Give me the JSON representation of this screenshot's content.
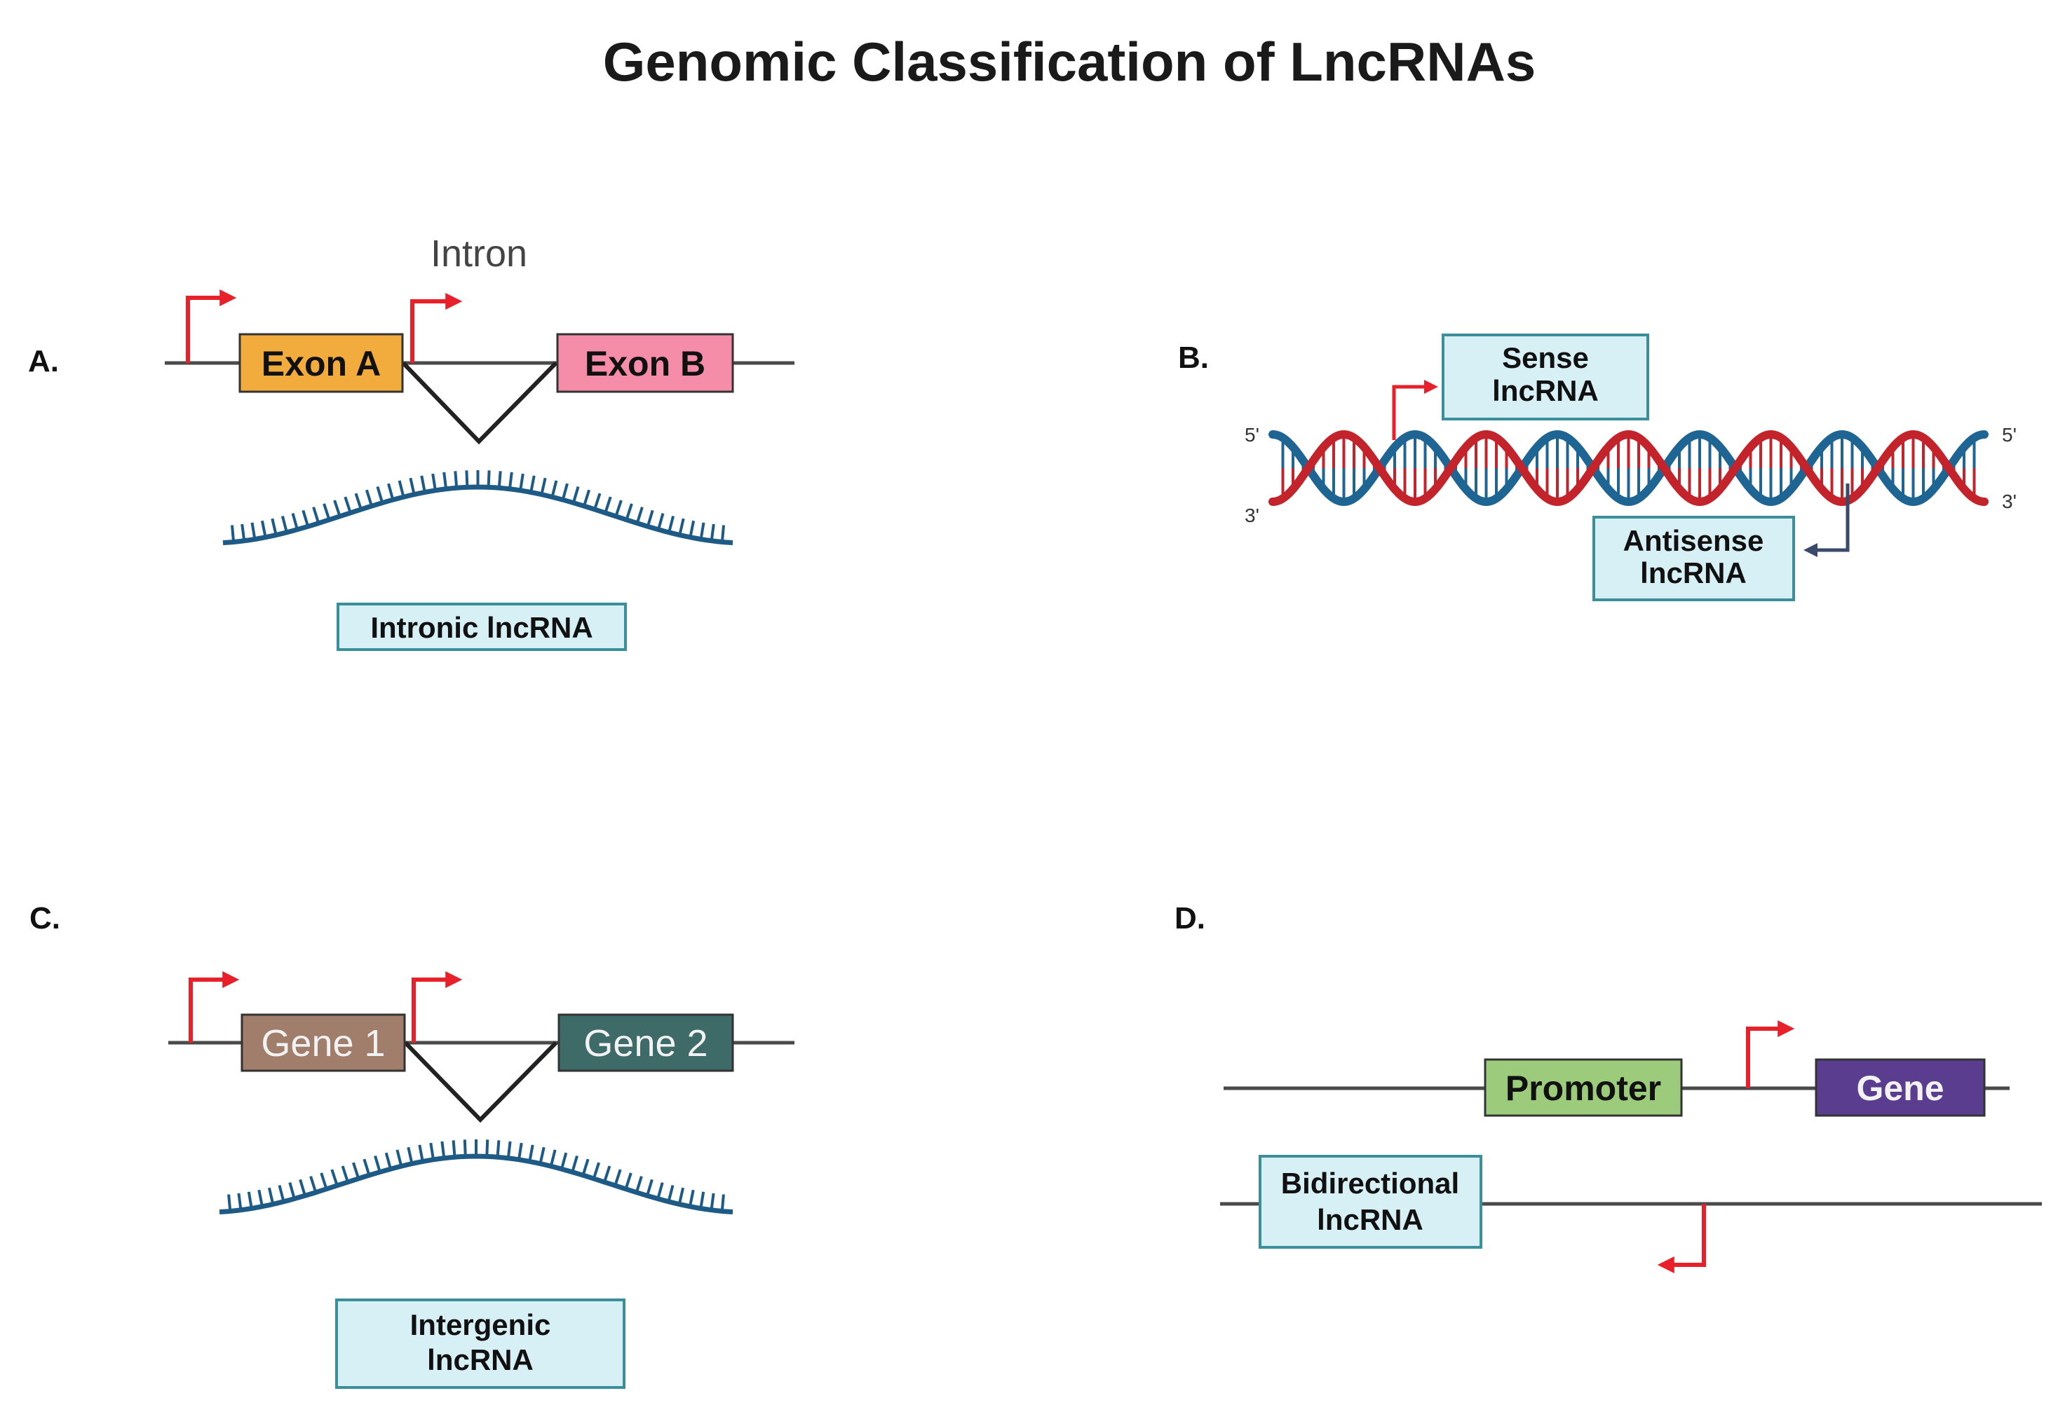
{
  "title": "Genomic Classification of LncRNAs",
  "panels": {
    "a": {
      "label": "A.",
      "intron_label": "Intron",
      "exon_a": "Exon A",
      "exon_b": "Exon B",
      "lnc_label": "Intronic lncRNA"
    },
    "b": {
      "label": "B.",
      "sense_line1": "Sense",
      "sense_line2": "lncRNA",
      "antisense_line1": "Antisense",
      "antisense_line2": "lncRNA",
      "left_top": "5'",
      "left_bottom": "3'",
      "right_top": "5'",
      "right_bottom": "3'"
    },
    "c": {
      "label": "C.",
      "gene1": "Gene 1",
      "gene2": "Gene 2",
      "lnc_line1": "Intergenic",
      "lnc_line2": "lncRNA"
    },
    "d": {
      "label": "D.",
      "promoter": "Promoter",
      "gene": "Gene",
      "lnc_line1": "Bidirectional",
      "lnc_line2": "lncRNA"
    }
  },
  "colors": {
    "exon_a": "#f2ac3e",
    "exon_b": "#f58ca8",
    "gene1": "#a07e6b",
    "gene2": "#3e6a68",
    "promoter": "#9ccb7b",
    "gene": "#5a3d8e",
    "lnc_box_fill": "#d6f0f5",
    "lnc_box_stroke": "#3a8f9a",
    "rna": "#1d5a86",
    "tss_arrow": "#e8202a",
    "dna_blue": "#1f6594",
    "dna_red": "#c3232b",
    "antisense_arrow": "#3a4a6b"
  }
}
